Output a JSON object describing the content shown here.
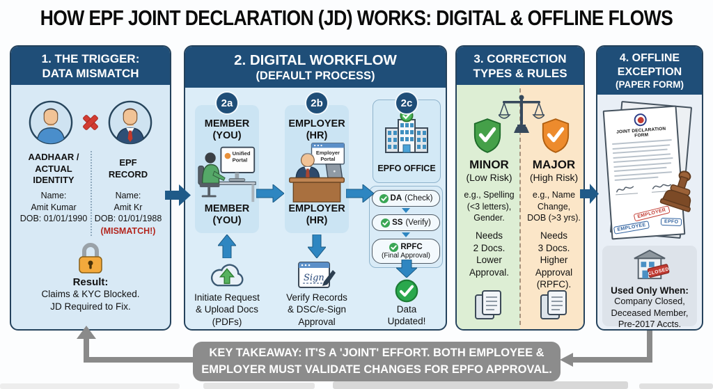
{
  "title": "HOW EPF JOINT DECLARATION (JD) WORKS: DIGITAL & OFFLINE FLOWS",
  "colors": {
    "header_navy": "#1f4e78",
    "panel_blue": "#d8e9f5",
    "minor_green": "#ddeed4",
    "major_peach": "#fbe6c8",
    "flow_blue": "#2e86c1",
    "inter_panel_arrow": "#1f5a88",
    "alert_red": "#b3261e",
    "mismatch_x_red": "#d23c32",
    "lock_orange": "#f3a93c",
    "success_green": "#2aa84d",
    "banner_gray": "#8c8c8c"
  },
  "panels": {
    "trigger": {
      "header": [
        "1. THE TRIGGER:",
        "DATA MISMATCH"
      ],
      "left": {
        "title": [
          "AADHAAR /",
          "ACTUAL",
          "IDENTITY"
        ],
        "details": [
          "Name:",
          "Amit Kumar",
          "DOB: 01/01/1990"
        ]
      },
      "right": {
        "title": [
          "EPF",
          "RECORD"
        ],
        "details": [
          "Name:",
          "Amit Kr",
          "DOB: 01/01/1988"
        ],
        "mismatch": "(MISMATCH!)"
      },
      "result_label": "Result:",
      "result": [
        "Claims & KYC Blocked.",
        "JD Required to Fix."
      ]
    },
    "digital": {
      "header": [
        "2. DIGITAL WORKFLOW",
        "(DEFAULT PROCESS)"
      ],
      "member": {
        "badge": "2a",
        "label": [
          "MEMBER",
          "(YOU)"
        ],
        "portal": [
          "Unified",
          "Portal"
        ],
        "caption": [
          "Initiate Request",
          "& Upload Docs",
          "(PDFs)"
        ]
      },
      "employer": {
        "badge": "2b",
        "label": [
          "EMPLOYER",
          "(HR)"
        ],
        "portal": [
          "Employer",
          "Portal"
        ],
        "esign": "Sign",
        "caption": [
          "Verify Records",
          "& DSC/e-Sign",
          "Approval"
        ]
      },
      "epfo": {
        "badge": "2c",
        "label": "EPFO OFFICE",
        "stages": [
          {
            "bold": "DA",
            "rest": "(Check)"
          },
          {
            "bold": "SS",
            "rest": "(Verify)"
          },
          {
            "bold": "RPFC",
            "rest": "(Final Approval)"
          }
        ],
        "caption": [
          "Data",
          "Updated!"
        ]
      }
    },
    "correction": {
      "header": [
        "3. CORRECTION",
        "TYPES & RULES"
      ],
      "minor": {
        "name": "MINOR",
        "risk": "(Low Risk)",
        "example": [
          "e.g., Spelling",
          "(<3 letters),",
          "Gender."
        ],
        "rules": [
          "Needs",
          "2 Docs.",
          "Lower",
          "Approval."
        ]
      },
      "major": {
        "name": "MAJOR",
        "risk": "(High Risk)",
        "example": [
          "e.g., Name",
          "Change,",
          "DOB (>3 yrs)."
        ],
        "rules": [
          "Needs",
          "3 Docs.",
          "Higher",
          "Approval",
          "(RPFC)."
        ]
      }
    },
    "offline": {
      "header": [
        "4. OFFLINE",
        "EXCEPTION",
        "(PAPER FORM)"
      ],
      "form_title": "JOINT DECLARATION FORM",
      "stamps": {
        "employee": "EMPLOYEE",
        "employer": "EMPLOYER",
        "epfo": "EPFO"
      },
      "closed_sign": "CLOSED",
      "usage_label": "Used Only When:",
      "usage": [
        "Company Closed,",
        "Deceased Member,",
        "Pre-2017 Accts."
      ]
    }
  },
  "takeaway": [
    "KEY TAKEAWAY: IT'S A 'JOINT' EFFORT. BOTH EMPLOYEE &",
    "EMPLOYER MUST VALIDATE CHANGES FOR EPFO APPROVAL."
  ]
}
